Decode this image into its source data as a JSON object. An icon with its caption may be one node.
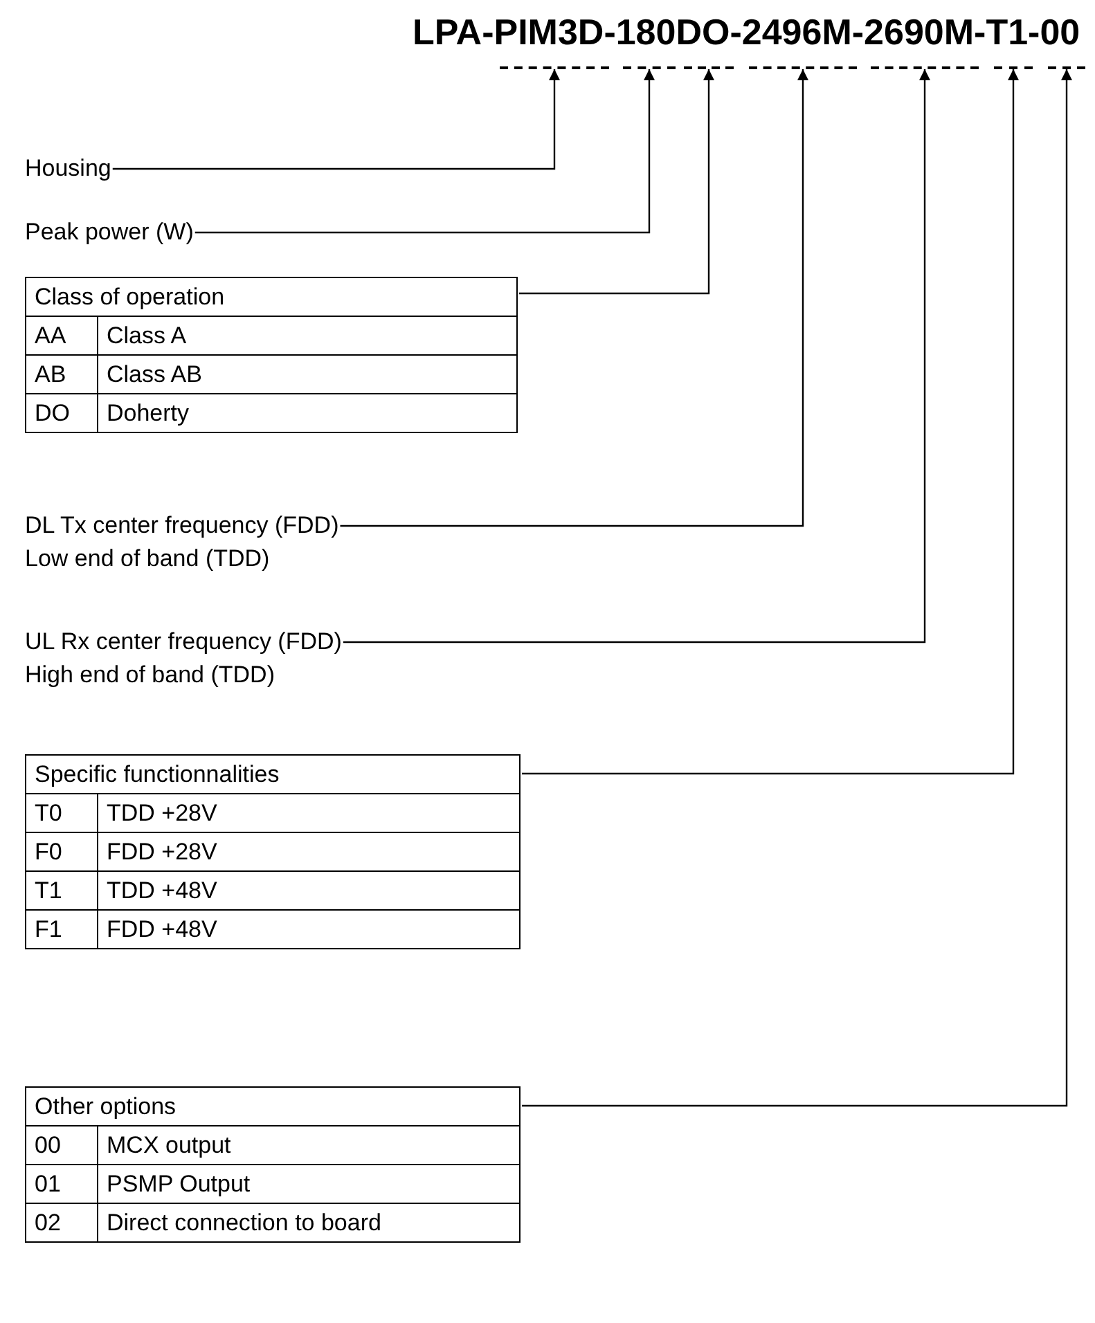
{
  "diagram": {
    "title": "LPA-PIM3D-180DO-2496M-2690M-T1-00",
    "nodes": [
      {
        "text": [],
        "shape": "bar"
      },
      {
        "text": [],
        "shape": "bar"
      },
      {
        "text": [],
        "shape": "bar"
      },
      {
        "text": [],
        "shape": "bar"
      },
      {
        "text": [],
        "shape": "bar"
      },
      {
        "text": [],
        "shape": "bar"
      },
      {
        "text": [],
        "shape": "bar"
      },
      {
        "text": [
          "Housing"
        ]
      },
      {
        "text": [
          "Peak power (W)"
        ]
      },
      {
        "text": [
          "Class of operation",
          "AA",
          "Class A",
          "AB",
          "Class AB",
          "DO",
          "Doherty"
        ]
      },
      {
        "text": [
          "DL Tx center frequency (FDD)",
          "Low end of band (TDD)"
        ]
      },
      {
        "text": [
          "UL Rx center frequency (FDD)",
          "High end of band (TDD)"
        ]
      },
      {
        "text": [
          "Specific functionnalities",
          "T0",
          "TDD +28V",
          "F0",
          "FDD +28V",
          "T1",
          "TDD +48V",
          "F1",
          "FDD +48V"
        ]
      },
      {
        "text": [
          "Other options",
          "00",
          "MCX output",
          "01",
          "PSMP Output",
          "02",
          "Direct connection to board"
        ]
      }
    ],
    "edges": [
      {
        "from": 7,
        "to": 0,
        "arrow": "to"
      },
      {
        "from": 8,
        "to": 1,
        "arrow": "to"
      },
      {
        "from": 9,
        "to": 2,
        "arrow": "to"
      },
      {
        "from": 10,
        "to": 3,
        "arrow": "to"
      },
      {
        "from": 11,
        "to": 4,
        "arrow": "to"
      },
      {
        "from": 12,
        "to": 5,
        "arrow": "to"
      },
      {
        "from": 13,
        "to": 6,
        "arrow": "to"
      }
    ]
  }
}
